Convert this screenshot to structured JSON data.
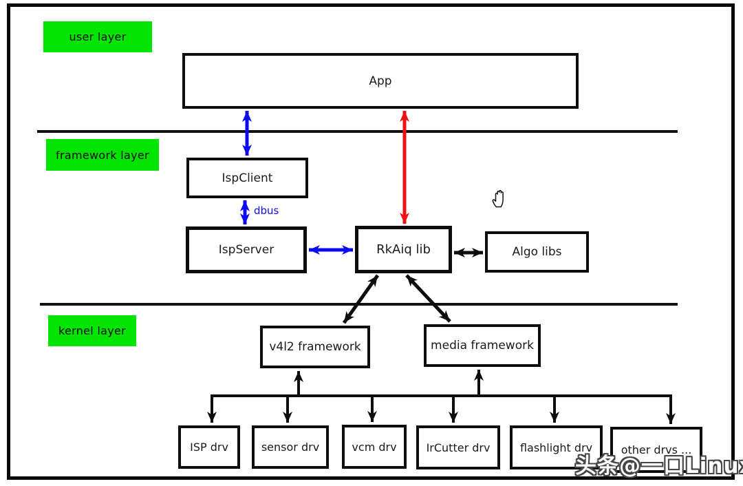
{
  "diagram": {
    "layers": {
      "user": {
        "label": "user layer"
      },
      "framework": {
        "label": "framework layer"
      },
      "kernel": {
        "label": "kernel layer"
      }
    },
    "nodes": {
      "app": {
        "label": "App"
      },
      "ispclient": {
        "label": "IspClient"
      },
      "ispserver": {
        "label": "IspServer"
      },
      "rkaiq": {
        "label": "RkAiq lib"
      },
      "algolibs": {
        "label": "Algo libs"
      },
      "v4l2": {
        "label": "v4l2 framework"
      },
      "media": {
        "label": "media framework"
      },
      "ispdrv": {
        "label": "ISP drv"
      },
      "sensordrv": {
        "label": "sensor drv"
      },
      "vcmdrv": {
        "label": "vcm drv"
      },
      "ircutterdrv": {
        "label": "IrCutter drv"
      },
      "flashlightdrv": {
        "label": "flashlight drv"
      },
      "otherdrvs": {
        "label": "other drvs ..."
      }
    },
    "edge_labels": {
      "dbus": "dbus"
    },
    "edges": [
      {
        "from": "app",
        "to": "ispclient",
        "color": "blue",
        "style": "double-arrow"
      },
      {
        "from": "ispclient",
        "to": "ispserver",
        "color": "blue",
        "style": "double-arrow",
        "label": "dbus"
      },
      {
        "from": "ispserver",
        "to": "rkaiq",
        "color": "blue",
        "style": "double-arrow"
      },
      {
        "from": "app",
        "to": "rkaiq",
        "color": "red",
        "style": "double-arrow"
      },
      {
        "from": "rkaiq",
        "to": "algolibs",
        "color": "black",
        "style": "double-arrow"
      },
      {
        "from": "rkaiq",
        "to": "v4l2",
        "color": "black",
        "style": "double-arrow"
      },
      {
        "from": "rkaiq",
        "to": "media",
        "color": "black",
        "style": "double-arrow"
      },
      {
        "from": "bus",
        "to": "v4l2",
        "color": "black",
        "style": "arrow-up"
      },
      {
        "from": "bus",
        "to": "media",
        "color": "black",
        "style": "arrow-up"
      },
      {
        "from": "bus",
        "to": "ispdrv",
        "color": "black",
        "style": "arrow-down"
      },
      {
        "from": "bus",
        "to": "sensordrv",
        "color": "black",
        "style": "arrow-down"
      },
      {
        "from": "bus",
        "to": "vcmdrv",
        "color": "black",
        "style": "arrow-down"
      },
      {
        "from": "bus",
        "to": "ircutterdrv",
        "color": "black",
        "style": "arrow-down"
      },
      {
        "from": "bus",
        "to": "flashlightdrv",
        "color": "black",
        "style": "arrow-down"
      },
      {
        "from": "bus",
        "to": "otherdrvs",
        "color": "black",
        "style": "arrow-down"
      }
    ],
    "colors": {
      "layer_label_bg": "#00e400",
      "blue_arrow": "#0b0bf0",
      "red_arrow": "#f01212",
      "black": "#0d0d0d"
    },
    "watermark": "头条@一口Linux"
  }
}
